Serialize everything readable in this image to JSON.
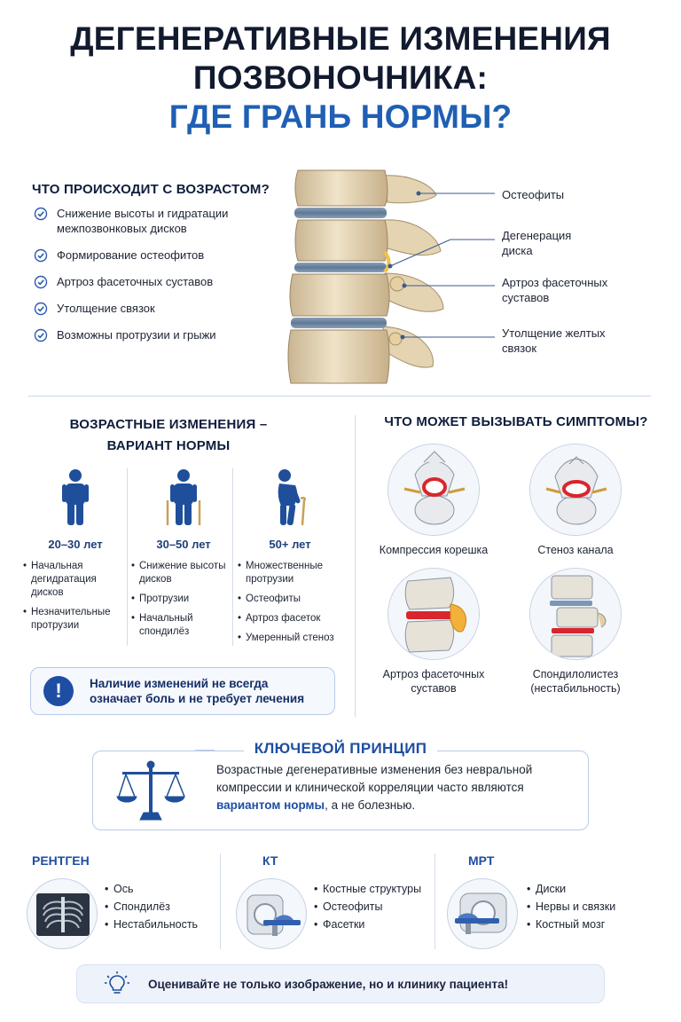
{
  "title": {
    "line1": "ДЕГЕНЕРАТИВНЫЕ ИЗМЕНЕНИЯ",
    "line2": "ПОЗВОНОЧНИКА:",
    "line3": "ГДЕ ГРАНЬ НОРМЫ?"
  },
  "age_section": {
    "heading": "ЧТО ПРОИСХОДИТ С ВОЗРАСТОМ?",
    "items": [
      "Снижение высоты и гидратации межпозвонковых дисков",
      "Формирование остеофитов",
      "Артроз фасеточных суставов",
      "Утолщение связок",
      "Возможны протрузии и грыжи"
    ]
  },
  "spine_callouts": [
    "Остеофиты",
    "Дегенерация диска",
    "Артроз фасеточных суставов",
    "Утолщение желтых связок"
  ],
  "norm_section": {
    "heading_line1": "ВОЗРАСТНЫЕ ИЗМЕНЕНИЯ –",
    "heading_line2": "ВАРИАНТ НОРМЫ",
    "columns": [
      {
        "age": "20–30 лет",
        "items": [
          "Начальная дегидратация дисков",
          "Незначительные протрузии"
        ]
      },
      {
        "age": "30–50 лет",
        "items": [
          "Снижение высоты дисков",
          "Протрузии",
          "Начальный спондилёз"
        ]
      },
      {
        "age": "50+ лет",
        "items": [
          "Множественные протрузии",
          "Остеофиты",
          "Артроз фасеток",
          "Умеренный стеноз"
        ]
      }
    ],
    "warning_icon": "!",
    "warning": "Наличие изменений не всегда означает боль и не требует лечения"
  },
  "symptoms_section": {
    "heading": "ЧТО МОЖЕТ ВЫЗЫВАТЬ СИМПТОМЫ?",
    "items": [
      {
        "label": "Компрессия корешка"
      },
      {
        "label": "Стеноз канала"
      },
      {
        "label": "Артроз фасеточных суставов"
      },
      {
        "label": "Спондилолистез (нестабильность)"
      }
    ]
  },
  "key_principle": {
    "heading": "КЛЮЧЕВОЙ ПРИНЦИП",
    "text_before": "Возрастные дегенеративные изменения без невральной компрессии и клинической корреляции часто являются ",
    "text_highlight": "вариантом нормы",
    "text_after": ", а не болезнью."
  },
  "modalities": [
    {
      "name": "РЕНТГЕН",
      "items": [
        "Ось",
        "Спондилёз",
        "Нестабильность"
      ]
    },
    {
      "name": "КТ",
      "items": [
        "Костные структуры",
        "Остеофиты",
        "Фасетки"
      ]
    },
    {
      "name": "МРТ",
      "items": [
        "Диски",
        "Нервы и связки",
        "Костный мозг"
      ]
    }
  ],
  "tip": {
    "text": "Оценивайте не только изображение, но и клинику пациента!"
  },
  "colors": {
    "accent": "#1e4ea3",
    "title_dark": "#111a2e",
    "highlight": "#1f5fb4",
    "nerve_red": "#d9262c"
  }
}
